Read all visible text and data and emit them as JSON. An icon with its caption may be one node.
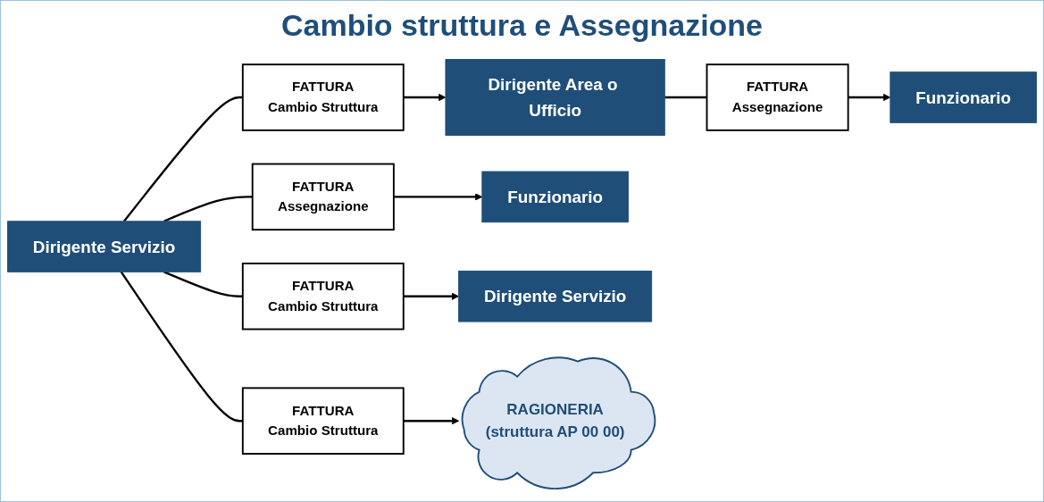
{
  "diagram": {
    "title": "Cambio struttura e Assegnazione",
    "nodes": [
      {
        "text": [
          "Dirigente Servizio"
        ]
      },
      {
        "text": [
          "FATTURA",
          "Cambio Struttura"
        ]
      },
      {
        "text": [
          "Dirigente Area o Ufficio"
        ]
      },
      {
        "text": [
          "FATTURA",
          "Assegnazione"
        ]
      },
      {
        "text": [
          "Funzionario"
        ]
      },
      {
        "text": [
          "FATTURA",
          "Cambio Struttura"
        ]
      },
      {
        "text": [
          "FATTURA",
          "Cambio Struttura"
        ]
      },
      {
        "text": [
          "FATTURA",
          "Assegnazione"
        ]
      },
      {
        "text": [
          "Funzionario"
        ]
      },
      {
        "text": [
          "Dirigente Servizio"
        ]
      },
      {
        "text": [
          "RAGIONERIA",
          "(struttura AP  00  00)"
        ]
      }
    ],
    "edges": [
      {
        "from": 0,
        "to": 1,
        "arrow": "none"
      },
      {
        "from": 1,
        "to": 2,
        "arrow": "to"
      },
      {
        "from": 2,
        "to": 3,
        "arrow": "none"
      },
      {
        "from": 3,
        "to": 4,
        "arrow": "to"
      },
      {
        "from": 0,
        "to": 5,
        "arrow": "none"
      },
      {
        "from": 5,
        "to": 9,
        "arrow": "to"
      },
      {
        "from": 0,
        "to": 6,
        "arrow": "none"
      },
      {
        "from": 6,
        "to": 10,
        "arrow": "to"
      },
      {
        "from": 0,
        "to": 7,
        "arrow": "none"
      },
      {
        "from": 7,
        "to": 8,
        "arrow": "to"
      }
    ]
  }
}
